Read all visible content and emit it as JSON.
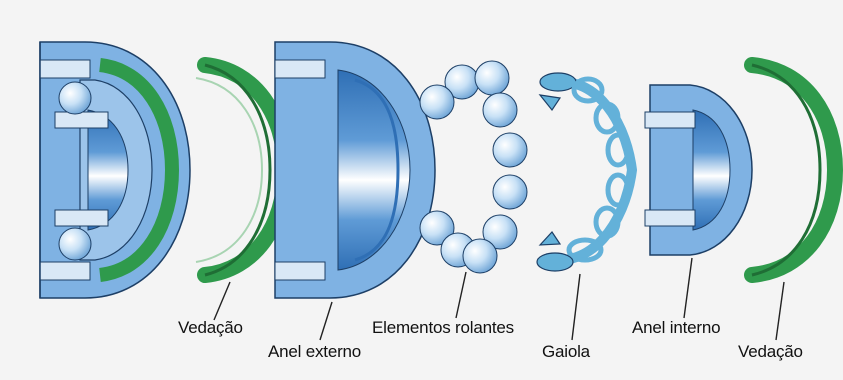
{
  "labels": {
    "seal_1": "Vedação",
    "outer_ring": "Anel externo",
    "rolling_elements": "Elementos rolantes",
    "cage": "Gaiola",
    "inner_ring": "Anel interno",
    "seal_2": "Vedação"
  },
  "colors": {
    "ring_blue": "#7fb2e3",
    "ring_blue_dark": "#4f86c3",
    "seal_green": "#2f9a4c",
    "seal_green_dark": "#1f6e35",
    "ball_blue": "#b9d8f2",
    "cage_blue": "#63b1d9",
    "background": "#f4f4f4"
  }
}
